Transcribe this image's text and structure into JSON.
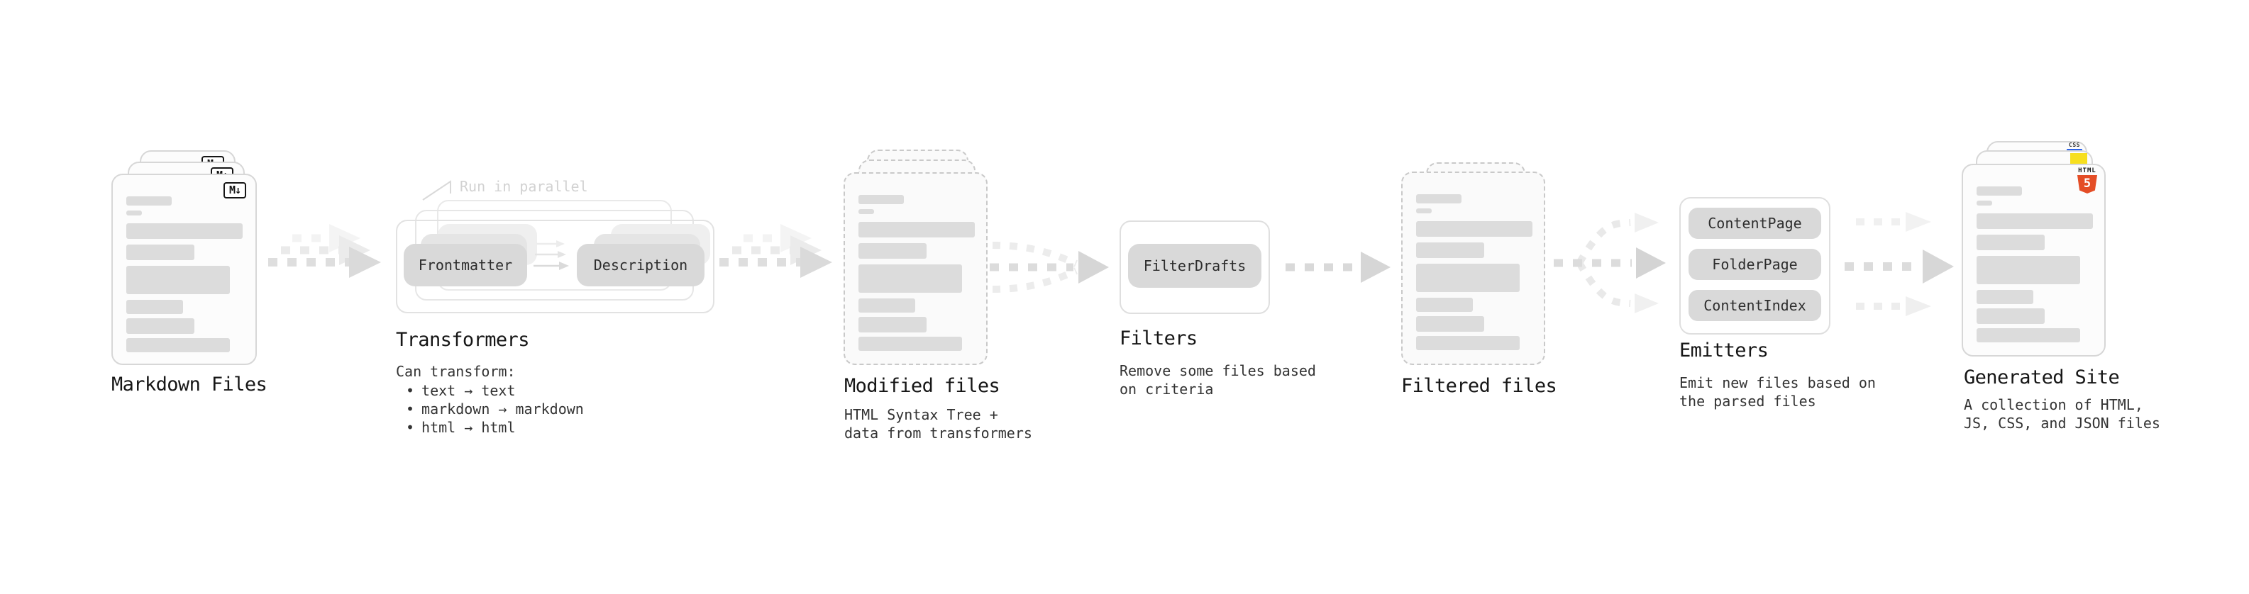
{
  "diagram": {
    "markdown_files": {
      "label": "Markdown Files",
      "badge": "M↓"
    },
    "transformers": {
      "label": "Transformers",
      "annotation": "Run in parallel",
      "pill_left": "Frontmatter",
      "pill_right": "Description",
      "desc_title": "Can transform:",
      "bullet_char": "•",
      "bullets": [
        "text → text",
        "markdown → markdown",
        "html → html"
      ]
    },
    "modified_files": {
      "label": "Modified files",
      "desc": "HTML Syntax Tree +\ndata from transformers"
    },
    "filters": {
      "label": "Filters",
      "pill": "FilterDrafts",
      "desc": "Remove some files based\non criteria"
    },
    "filtered_files": {
      "label": "Filtered files"
    },
    "emitters": {
      "label": "Emitters",
      "pills": [
        "ContentPage",
        "FolderPage",
        "ContentIndex"
      ],
      "desc": "Emit new files based on\nthe parsed files"
    },
    "generated_site": {
      "label": "Generated Site",
      "desc": "A collection of HTML,\nJS, CSS, and JSON files",
      "badges": {
        "html_word": "HTML",
        "html_number": "5",
        "css": "CSS"
      }
    }
  },
  "colors": {
    "html5_orange": "#e44d26",
    "js_yellow": "#f7df1e",
    "css_blue": "#2c63e8",
    "pill_bg": "#d9d9d9",
    "arrow_gray": "#d9d9d9",
    "text_dark": "#161616",
    "annotation_gray": "#d2d2d2"
  }
}
